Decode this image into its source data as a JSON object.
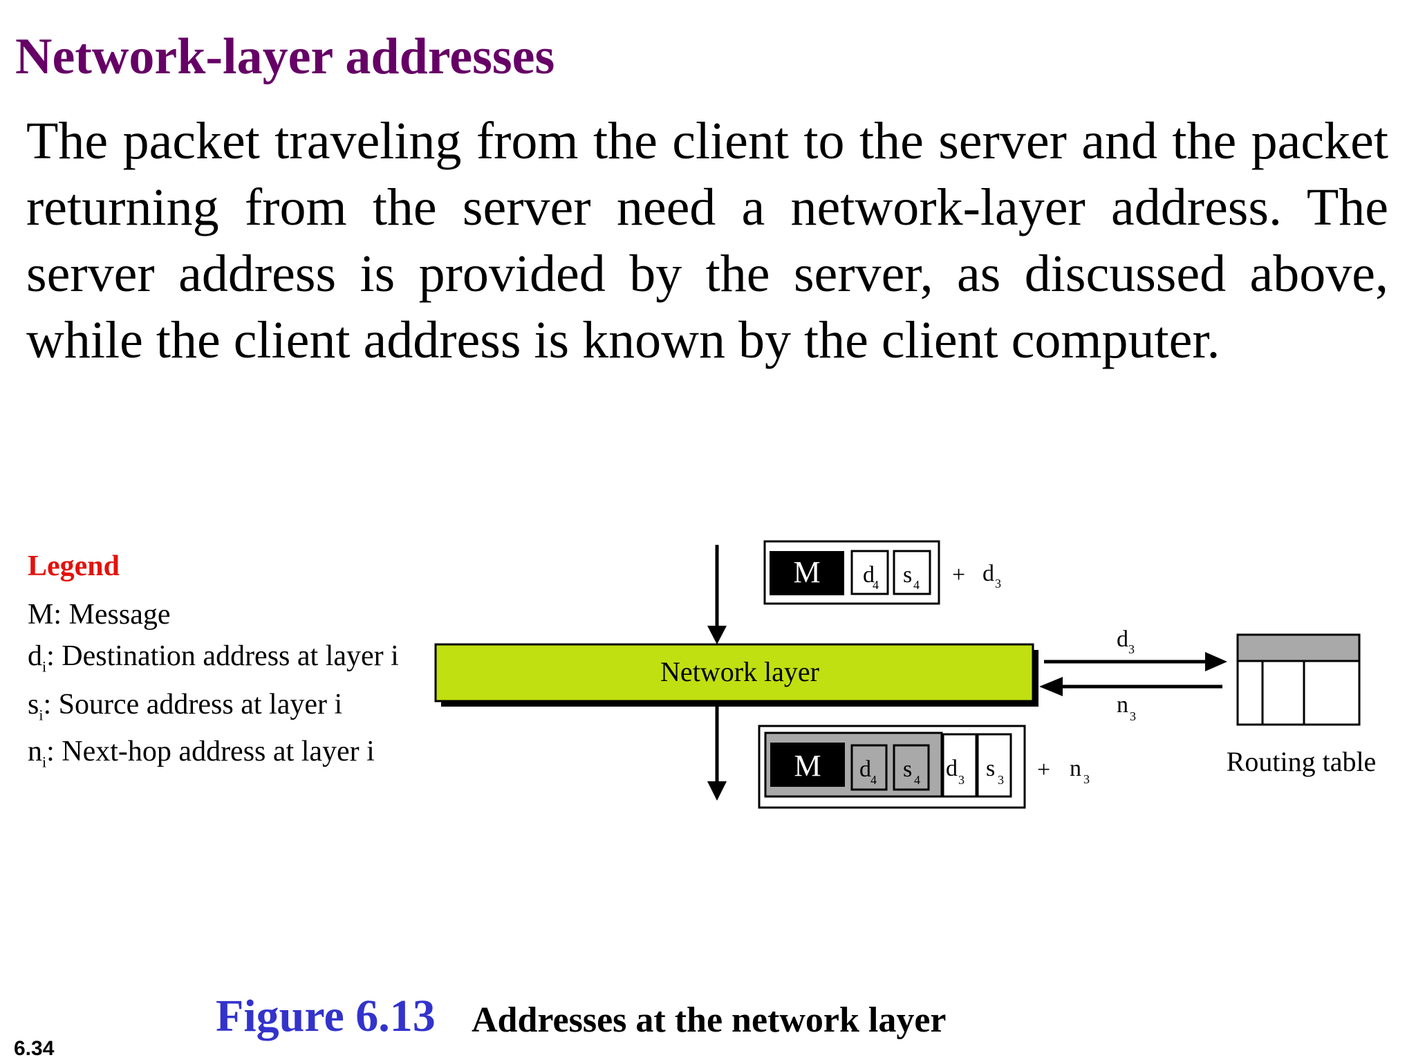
{
  "slide": {
    "title": "Network-layer addresses",
    "body": "The packet traveling from the client to the server and the packet returning from the server need a network-layer address. The server address is provided by the server, as discussed above, while the client address is known by the client computer.",
    "number": "6.34"
  },
  "legend": {
    "heading": "Legend",
    "items": [
      {
        "sym": "M",
        "sub": "",
        "desc": ": Message"
      },
      {
        "sym": "d",
        "sub": "i",
        "desc": ": Destination address at layer i"
      },
      {
        "sym": "s",
        "sub": "i",
        "desc": ": Source address at layer i"
      },
      {
        "sym": "n",
        "sub": "i",
        "desc": ": Next-hop address at layer i"
      }
    ]
  },
  "diagram": {
    "layer_label": "Network layer",
    "routing_label": "Routing table",
    "message": "M",
    "plus": "+",
    "d": "d",
    "s": "s",
    "n": "n",
    "sub4": "4",
    "sub3": "3",
    "colors": {
      "layer_fill": "#c1e012",
      "header_gray": "#a9a9a9",
      "message_fill": "#000000"
    }
  },
  "figure": {
    "label": "Figure 6.13",
    "caption": "Addresses at the network layer"
  }
}
